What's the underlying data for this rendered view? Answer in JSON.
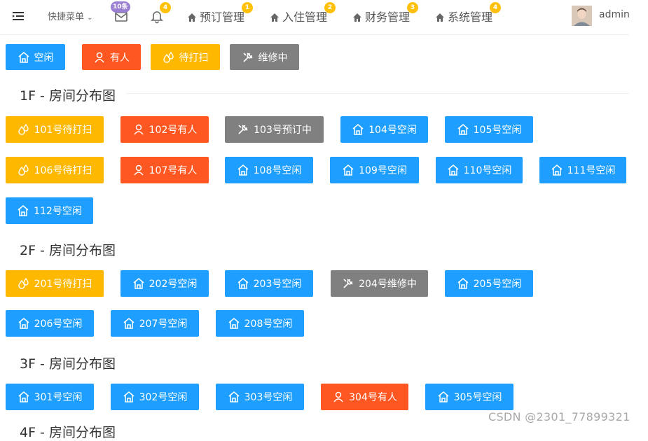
{
  "header": {
    "quick_menu": "快捷菜单",
    "mail_badge": "10条",
    "bell_badge": "4",
    "menus": [
      {
        "label": "预订管理",
        "badge": "1"
      },
      {
        "label": "入住管理",
        "badge": "2"
      },
      {
        "label": "财务管理",
        "badge": "3"
      },
      {
        "label": "系统管理",
        "badge": "4"
      }
    ],
    "user": "admin"
  },
  "legend": [
    {
      "label": "空闲",
      "status": "free"
    },
    {
      "label": "有人",
      "status": "occupied"
    },
    {
      "label": "待打扫",
      "status": "cleaning"
    },
    {
      "label": "维修中",
      "status": "repair"
    }
  ],
  "floors": [
    {
      "title": "1F - 房间分布图",
      "rooms": [
        {
          "label": "101号待打扫",
          "status": "cleaning"
        },
        {
          "label": "102号有人",
          "status": "occupied"
        },
        {
          "label": "103号预订中",
          "status": "repair"
        },
        {
          "label": "104号空闲",
          "status": "free"
        },
        {
          "label": "105号空闲",
          "status": "free"
        },
        {
          "label": "106号待打扫",
          "status": "cleaning"
        },
        {
          "label": "107号有人",
          "status": "occupied"
        },
        {
          "label": "108号空闲",
          "status": "free"
        },
        {
          "label": "109号空闲",
          "status": "free"
        },
        {
          "label": "110号空闲",
          "status": "free"
        },
        {
          "label": "111号空闲",
          "status": "free"
        },
        {
          "label": "112号空闲",
          "status": "free"
        }
      ]
    },
    {
      "title": "2F - 房间分布图",
      "rooms": [
        {
          "label": "201号待打扫",
          "status": "cleaning"
        },
        {
          "label": "202号空闲",
          "status": "free"
        },
        {
          "label": "203号空闲",
          "status": "free"
        },
        {
          "label": "204号维修中",
          "status": "repair"
        },
        {
          "label": "205号空闲",
          "status": "free"
        },
        {
          "label": "206号空闲",
          "status": "free"
        },
        {
          "label": "207号空闲",
          "status": "free"
        },
        {
          "label": "208号空闲",
          "status": "free"
        }
      ]
    },
    {
      "title": "3F - 房间分布图",
      "rooms": [
        {
          "label": "301号空闲",
          "status": "free"
        },
        {
          "label": "302号空闲",
          "status": "free"
        },
        {
          "label": "303号空闲",
          "status": "free"
        },
        {
          "label": "304号有人",
          "status": "occupied"
        },
        {
          "label": "305号空闲",
          "status": "free"
        }
      ]
    },
    {
      "title": "4F - 房间分布图",
      "rooms": []
    }
  ],
  "colors": {
    "free": "#1e9fff",
    "occupied": "#ff5722",
    "cleaning": "#ffb800",
    "repair": "#808080"
  },
  "watermark": "CSDN @2301_77899321"
}
